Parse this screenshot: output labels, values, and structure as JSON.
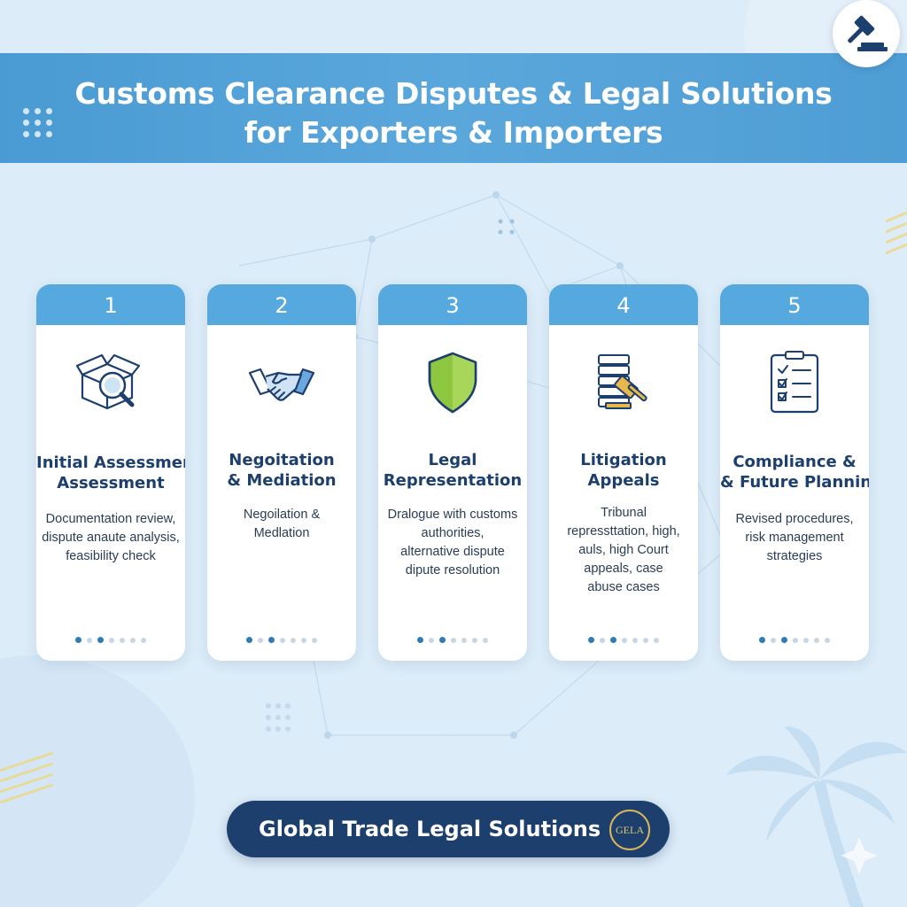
{
  "header": {
    "title_line1": "Customs Clearance Disputes & Legal Solutions",
    "title_line2": "for Exporters & Importers"
  },
  "colors": {
    "background": "#dcecf8",
    "header_band": "#4a9bd3",
    "card_header": "#55a9de",
    "title_text": "#1d3f6e",
    "footer_pill": "#1d3f6e",
    "seal_gold": "#d9b65a",
    "shield_green": "#8dc63f"
  },
  "icons": {
    "top_badge": "gavel-icon",
    "step1": "box-magnifier-icon",
    "step2": "handshake-icon",
    "step3": "shield-icon",
    "step4": "documents-gavel-icon",
    "step5": "checklist-clipboard-icon"
  },
  "steps": [
    {
      "number": "1",
      "title": [
        "Initial Assessment",
        "Assessment"
      ],
      "description": [
        "Documentation review,",
        "dispute anaute analysis,",
        "feasibility check"
      ],
      "active_dot": 2
    },
    {
      "number": "2",
      "title": [
        "Negoitation",
        "& Mediation"
      ],
      "description": [
        "Negoilation &",
        "Medlation"
      ],
      "active_dot": 2
    },
    {
      "number": "3",
      "title": [
        "Legal",
        "Representation"
      ],
      "description": [
        "Dralogue with customs",
        "authorities,",
        "alternative dispute",
        "dipute resolution"
      ],
      "active_dot": 2
    },
    {
      "number": "4",
      "title": [
        "Litigation",
        "Appeals"
      ],
      "description": [
        "Tribunal",
        "repressttation, high,",
        "auls, high Court",
        "appeals, case",
        "abuse cases"
      ],
      "active_dot": 2
    },
    {
      "number": "5",
      "title": [
        "Compliance &",
        "& Future Planning"
      ],
      "description": [
        "Revised procedures,",
        "risk management",
        "strategies"
      ],
      "active_dot": 2
    }
  ],
  "footer": {
    "label": "Global Trade Legal Solutions",
    "seal_text": "GELA"
  }
}
